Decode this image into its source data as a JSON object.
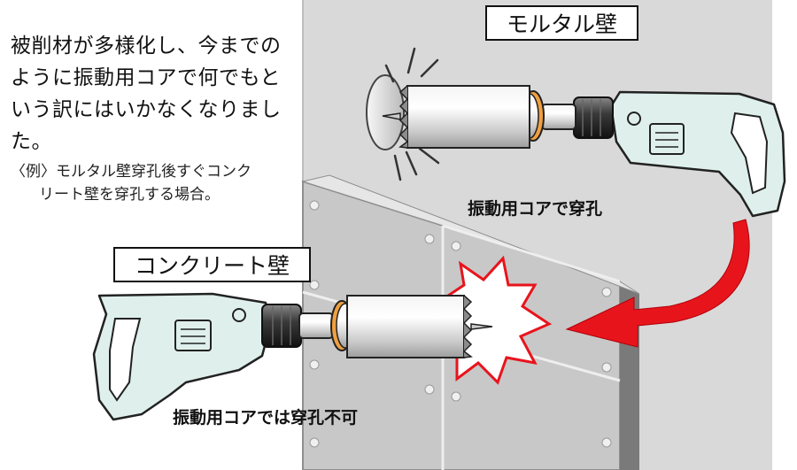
{
  "intro_text": "被削材が多様化し、今までのように振動用コアで何でもという訳にはいかなくなりました。",
  "example": {
    "line1": "〈例〉モルタル壁穿孔後すぐコンク",
    "line2": "リート壁を穿孔する場合。"
  },
  "labels": {
    "mortar_wall": "モルタル壁",
    "concrete_wall": "コンクリート壁"
  },
  "captions": {
    "mortar_ok": "振動用コアで穿孔",
    "concrete_ng": "振動用コアでは穿孔不可"
  },
  "colors": {
    "mortar_wall": "#d9d9d9",
    "concrete_wall": "#c8c8c8",
    "drill_body": "#dff0ec",
    "arrow": "#e8141c",
    "impact_star": "#e8141c"
  },
  "icons": {
    "drill_top": "hammer-drill-icon",
    "drill_bottom": "hammer-drill-icon",
    "arrow": "curved-arrow-icon",
    "impact": "impact-burst-icon"
  }
}
